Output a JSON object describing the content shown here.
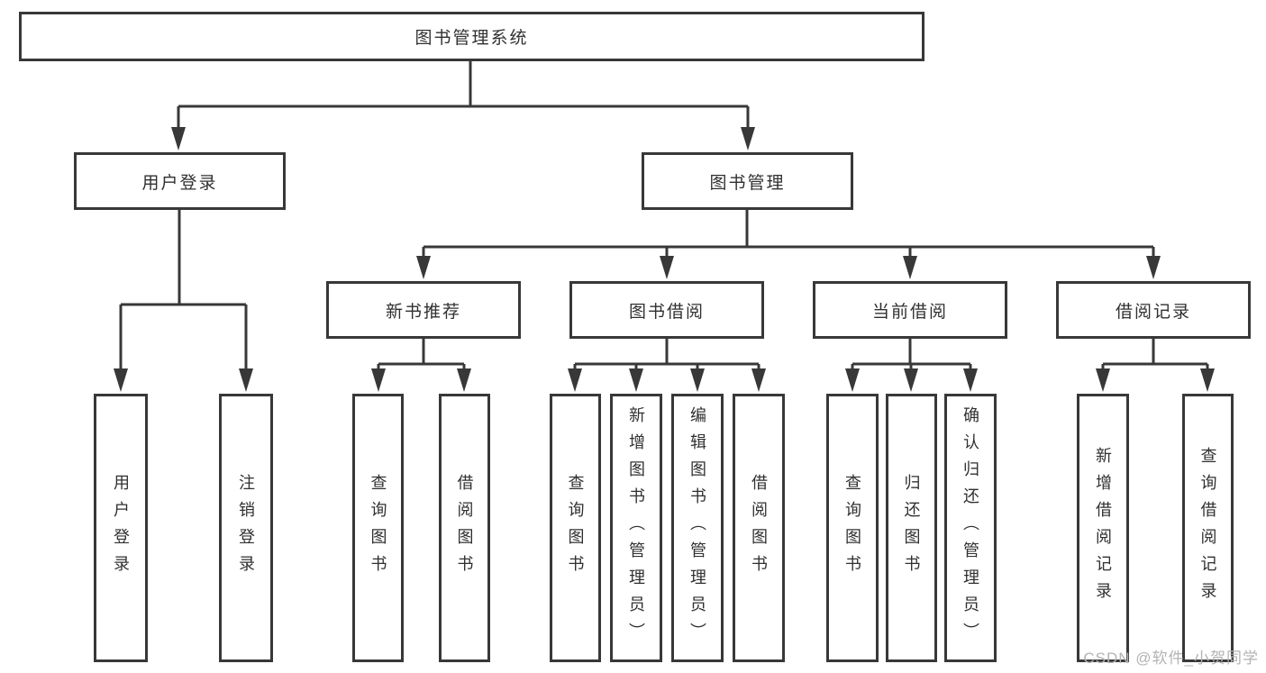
{
  "tree": {
    "root": {
      "label": "图书管理系统"
    },
    "login": {
      "label": "用户登录",
      "children": [
        {
          "label": "用户登录"
        },
        {
          "label": "注销登录"
        }
      ]
    },
    "management": {
      "label": "图书管理",
      "groups": [
        {
          "label": "新书推荐",
          "children": [
            {
              "label": "查询图书"
            },
            {
              "label": "借阅图书"
            }
          ]
        },
        {
          "label": "图书借阅",
          "children": [
            {
              "label": "查询图书"
            },
            {
              "label": "新增图书（管理员）"
            },
            {
              "label": "编辑图书（管理员）"
            },
            {
              "label": "借阅图书"
            }
          ]
        },
        {
          "label": "当前借阅",
          "children": [
            {
              "label": "查询图书"
            },
            {
              "label": "归还图书"
            },
            {
              "label": "确认归还（管理员）"
            }
          ]
        },
        {
          "label": "借阅记录",
          "children": [
            {
              "label": "新增借阅记录"
            },
            {
              "label": "查询借阅记录"
            }
          ]
        }
      ]
    }
  },
  "watermark": {
    "text": "CSDN @软件_小贺同学"
  },
  "colors": {
    "line": "#383838",
    "box_border": "#383838",
    "text": "#303030",
    "watermark": "#b3b3b3",
    "background": "#ffffff"
  }
}
